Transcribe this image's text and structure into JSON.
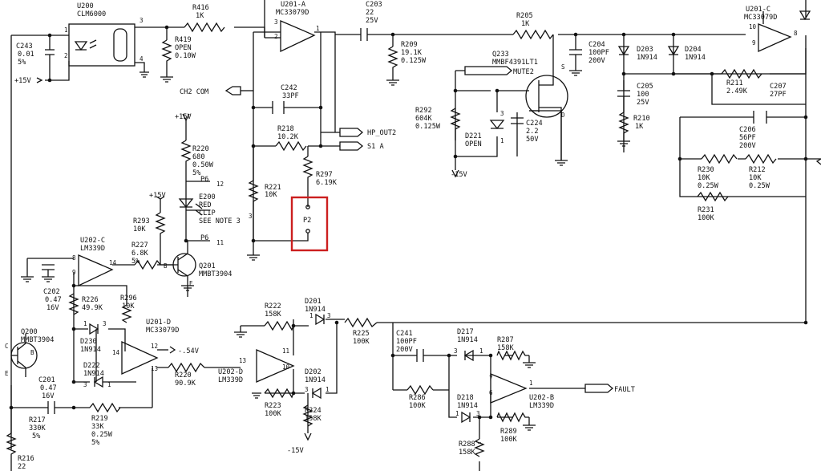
{
  "components": {
    "U200": {
      "ref": "U200",
      "part": "CLM6000",
      "pins": [
        "1",
        "2",
        "3",
        "4"
      ]
    },
    "C243": {
      "ref": "C243",
      "value": "0.01",
      "tol": "5%"
    },
    "R416": {
      "ref": "R416",
      "value": "1K"
    },
    "R419": {
      "ref": "R419",
      "value": "OPEN",
      "power": "0.10W"
    },
    "U201A": {
      "ref": "U201-A",
      "part": "MC33079D",
      "pins": [
        "3",
        "2",
        "1"
      ]
    },
    "C242": {
      "ref": "C242",
      "value": "33PF"
    },
    "R218": {
      "ref": "R218",
      "value": "10.2K"
    },
    "R221": {
      "ref": "R221",
      "value": "10K"
    },
    "R297": {
      "ref": "R297",
      "value": "6.19K"
    },
    "P2": {
      "ref": "P2"
    },
    "C203": {
      "ref": "C203",
      "value": "22",
      "volt": "25V"
    },
    "R209": {
      "ref": "R209",
      "value": "19.1K",
      "power": "0.125W"
    },
    "R205": {
      "ref": "R205",
      "value": "1K"
    },
    "Q233": {
      "ref": "Q233",
      "part": "MMBF4391LT1",
      "pins": [
        "S",
        "D"
      ]
    },
    "R292": {
      "ref": "R292",
      "value": "604K",
      "power": "0.125W"
    },
    "D221": {
      "ref": "D221",
      "value": "OPEN",
      "pins": [
        "3",
        "1"
      ]
    },
    "C224": {
      "ref": "C224",
      "value": "2.2",
      "volt": "50V"
    },
    "C204": {
      "ref": "C204",
      "value": "100PF",
      "volt": "200V"
    },
    "D203": {
      "ref": "D203",
      "part": "1N914"
    },
    "D204": {
      "ref": "D204",
      "part": "1N914"
    },
    "C205": {
      "ref": "C205",
      "value": "100",
      "volt": "25V"
    },
    "R210": {
      "ref": "R210",
      "value": "1K"
    },
    "U201C": {
      "ref": "U201-C",
      "part": "MC33079D",
      "pins": [
        "10",
        "9",
        "8"
      ]
    },
    "R211": {
      "ref": "R211",
      "value": "2.49K"
    },
    "C207": {
      "ref": "C207",
      "value": "27PF"
    },
    "C206": {
      "ref": "C206",
      "value": "56PF",
      "volt": "200V"
    },
    "R230": {
      "ref": "R230",
      "value": "10K",
      "power": "0.25W"
    },
    "R212": {
      "ref": "R212",
      "value": "10K",
      "power": "0.25W"
    },
    "R231": {
      "ref": "R231",
      "value": "100K"
    },
    "R220": {
      "ref": "R220",
      "value": "680",
      "power": "0.50W",
      "tol": "5%"
    },
    "E200": {
      "ref": "E200",
      "color": "RED",
      "name": "CLIP",
      "note": "SEE NOTE 3"
    },
    "R293": {
      "ref": "R293",
      "value": "10K"
    },
    "R227": {
      "ref": "R227",
      "value": "6.8K",
      "tol": "5%"
    },
    "Q201": {
      "ref": "Q201",
      "part": "MMBT3904",
      "pins": [
        "B",
        "E"
      ]
    },
    "U202C": {
      "ref": "U202-C",
      "part": "LM339D",
      "pins": [
        "8",
        "9",
        "14"
      ]
    },
    "C202": {
      "ref": "C202",
      "value": "0.47",
      "volt": "16V"
    },
    "R226": {
      "ref": "R226",
      "value": "49.9K"
    },
    "R296": {
      "ref": "R296",
      "value": "10K"
    },
    "D230": {
      "ref": "D230",
      "part": "1N914",
      "pins": [
        "1",
        "3"
      ]
    },
    "U201D": {
      "ref": "U201-D",
      "part": "MC33079D",
      "pins": [
        "12",
        "14",
        "13"
      ]
    },
    "D222": {
      "ref": "D222",
      "part": "1N914",
      "pins": [
        "3",
        "1"
      ]
    },
    "Q200": {
      "ref": "Q200",
      "part": "MMBT3904",
      "pins": [
        "C",
        "B",
        "E"
      ]
    },
    "C201": {
      "ref": "C201",
      "value": "0.47",
      "volt": "16V"
    },
    "R217": {
      "ref": "R217",
      "value": "330K",
      "tol": "5%"
    },
    "R219": {
      "ref": "R219",
      "value": "33K",
      "power": "0.25W",
      "tol": "5%"
    },
    "R216": {
      "ref": "R216",
      "value": "22"
    },
    "R222": {
      "ref": "R222",
      "value": "158K"
    },
    "D201": {
      "ref": "D201",
      "part": "1N914",
      "pins": [
        "1",
        "3"
      ]
    },
    "R225": {
      "ref": "R225",
      "value": "100K"
    },
    "U202D": {
      "ref": "U202-D",
      "part": "LM339D",
      "pins": [
        "13",
        "11",
        "10"
      ]
    },
    "R2220": {
      "ref": "R220",
      "value": "90.9K"
    },
    "D202": {
      "ref": "D202",
      "part": "1N914",
      "pins": [
        "3",
        "1"
      ]
    },
    "R223": {
      "ref": "R223",
      "value": "100K"
    },
    "R224": {
      "ref": "R224",
      "value": "158K"
    },
    "C241": {
      "ref": "C241",
      "value": "100PF",
      "volt": "200V"
    },
    "D217": {
      "ref": "D217",
      "part": "1N914",
      "pins": [
        "3",
        "1"
      ]
    },
    "R287": {
      "ref": "R287",
      "value": "158K"
    },
    "U202B": {
      "ref": "U202-B",
      "part": "LM339D",
      "pins": [
        "7",
        "6",
        "1"
      ]
    },
    "R286": {
      "ref": "R286",
      "value": "100K"
    },
    "D218": {
      "ref": "D218",
      "part": "1N914",
      "pins": [
        "1",
        "3"
      ]
    },
    "R289": {
      "ref": "R289",
      "value": "100K"
    },
    "R288": {
      "ref": "R288",
      "value": "158K"
    }
  },
  "nets": {
    "p15": "+15V",
    "m15": "-15V",
    "ch2com": "CH2 COM",
    "hpout2": "HP_OUT2",
    "s1a": "S1 A",
    "mute2": "MUTE2",
    "p6": "P6",
    "p6pin12": "12",
    "p6pin11": "11",
    "m54v": "-.54V",
    "fault": "FAULT",
    "pin3": "3"
  },
  "highlight": {
    "label": "P2",
    "color": "#cc1f1f"
  }
}
